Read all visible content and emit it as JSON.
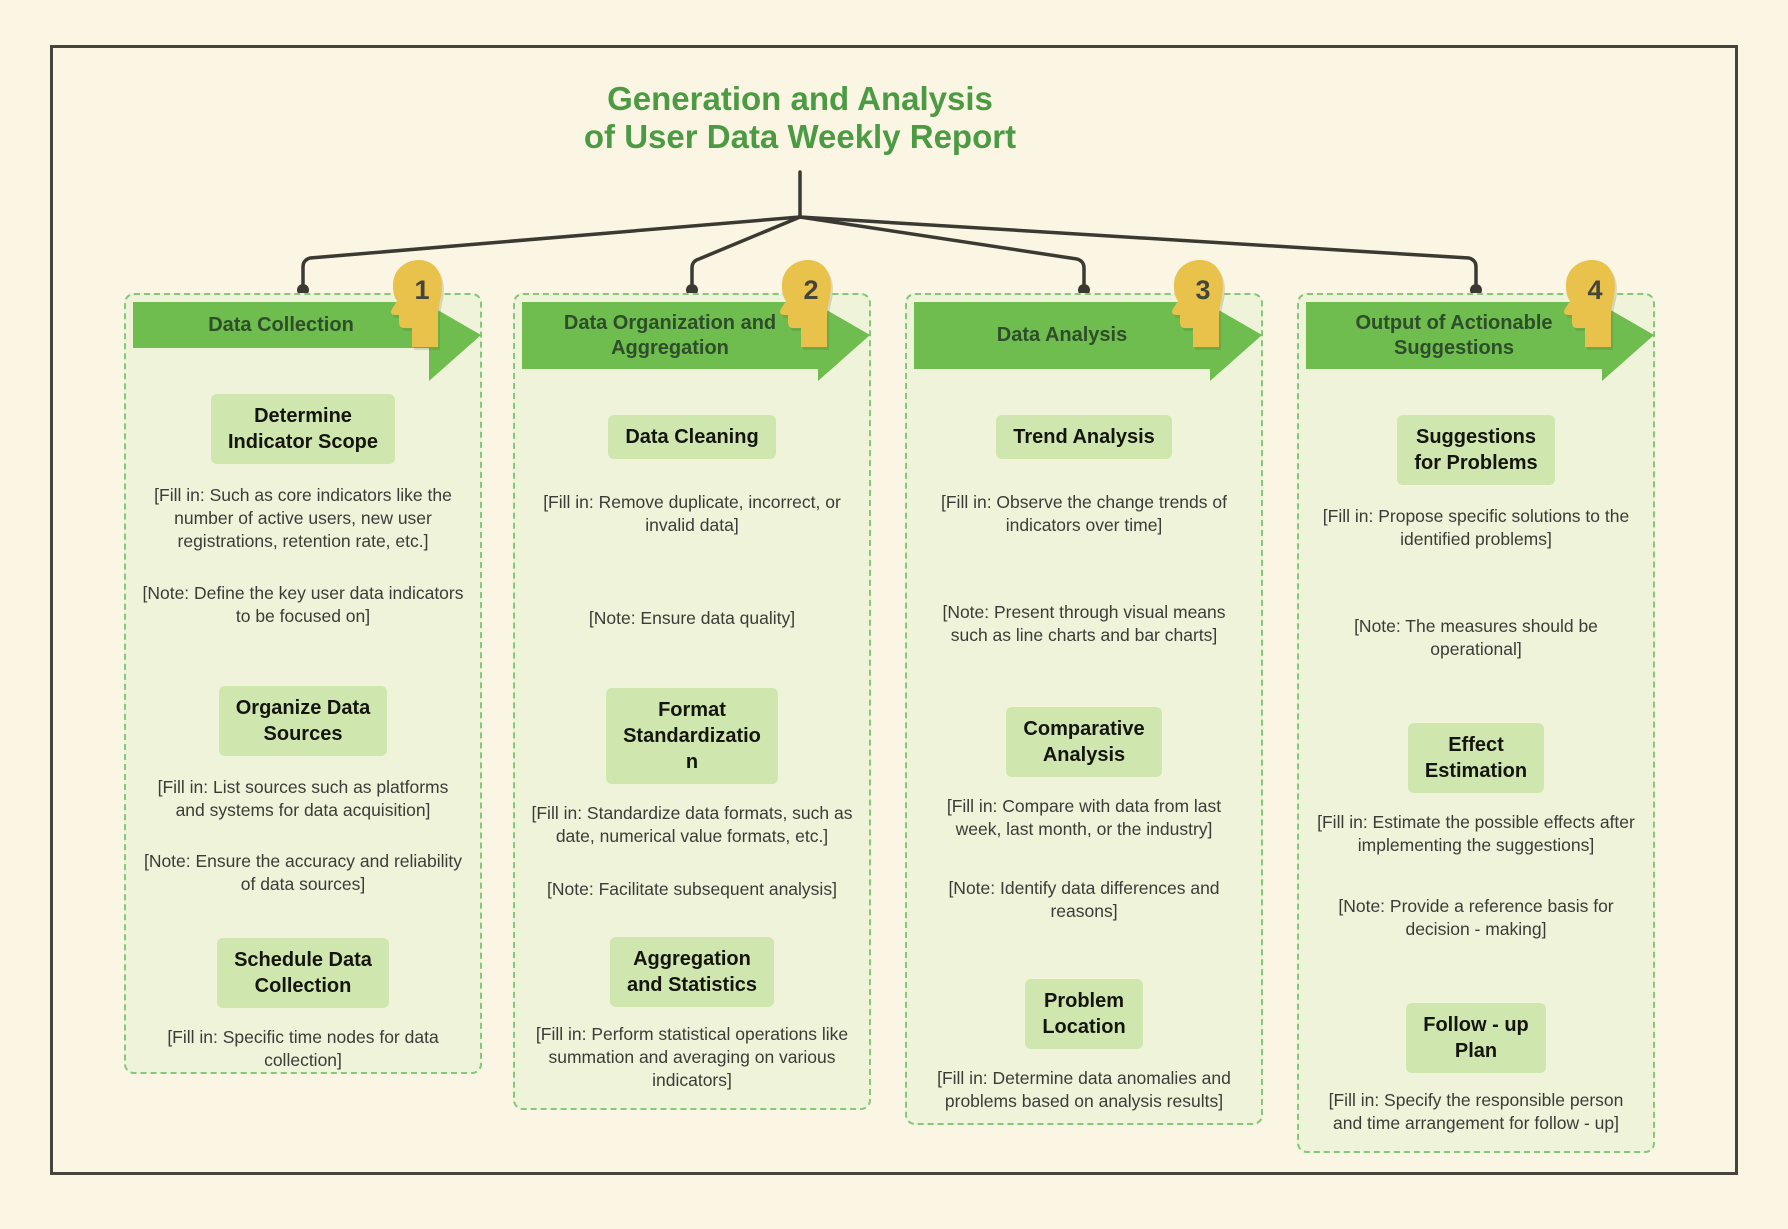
{
  "title": "Generation and Analysis\nof User Data Weekly Report",
  "colors": {
    "background": "#fbf6e3",
    "frame_border": "#45453e",
    "title_green": "#4d9a44",
    "banner_green": "#6ebd4e",
    "banner_text": "#2e4d2a",
    "column_fill": "#eef3da",
    "column_dashed_border": "#85c878",
    "node_box_fill": "#cfe6af",
    "badge_yellow": "#e9c24b",
    "connector_dark": "#3a3a33"
  },
  "columns": [
    {
      "number": "1",
      "header": "Data Collection",
      "sections": [
        {
          "box": "Determine\nIndicator Scope",
          "fill": "[Fill in: Such as core indicators like the number of active users, new user registrations, retention rate, etc.]",
          "note": "[Note: Define the key user data indicators to be focused on]"
        },
        {
          "box": "Organize Data\nSources",
          "fill": "[Fill in: List sources such as platforms and systems for data acquisition]",
          "note": "[Note: Ensure the accuracy and reliability of data sources]"
        },
        {
          "box": "Schedule Data\nCollection",
          "fill": "[Fill in: Specific time nodes for data collection]"
        }
      ]
    },
    {
      "number": "2",
      "header": "Data Organization and\nAggregation",
      "sections": [
        {
          "box": "Data Cleaning",
          "fill": "[Fill in: Remove duplicate, incorrect, or invalid data]",
          "note": "[Note: Ensure data quality]"
        },
        {
          "box": "Format\nStandardizatio\nn",
          "fill": "[Fill in: Standardize data formats, such as date, numerical value formats, etc.]",
          "note": "[Note: Facilitate subsequent analysis]"
        },
        {
          "box": "Aggregation\nand Statistics",
          "fill": "[Fill in: Perform statistical operations like summation and averaging on various indicators]"
        }
      ]
    },
    {
      "number": "3",
      "header": "Data Analysis",
      "sections": [
        {
          "box": "Trend Analysis",
          "fill": "[Fill in: Observe the change trends of indicators over time]",
          "note": "[Note: Present through visual means such as line charts and bar charts]"
        },
        {
          "box": "Comparative\nAnalysis",
          "fill": "[Fill in: Compare with data from last week, last month, or the industry]",
          "note": "[Note: Identify data differences and reasons]"
        },
        {
          "box": "Problem\nLocation",
          "fill": "[Fill in: Determine data anomalies and problems based on analysis results]"
        }
      ]
    },
    {
      "number": "4",
      "header": "Output of Actionable\nSuggestions",
      "sections": [
        {
          "box": "Suggestions\nfor Problems",
          "fill": "[Fill in: Propose specific solutions to the identified problems]",
          "note": "[Note: The measures should be operational]"
        },
        {
          "box": "Effect\nEstimation",
          "fill": "[Fill in: Estimate the possible effects after implementing the suggestions]",
          "note": "[Note: Provide a reference basis for decision - making]"
        },
        {
          "box": "Follow - up\nPlan",
          "fill": "[Fill in: Specify the responsible person and time arrangement for follow - up]"
        }
      ]
    }
  ]
}
